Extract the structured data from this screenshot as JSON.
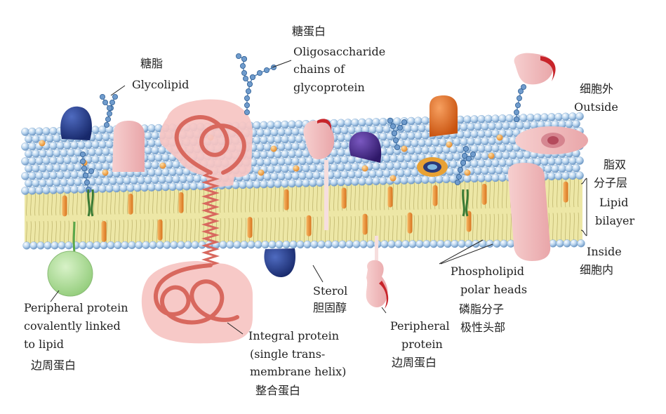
{
  "labels": {
    "glycolipid": {
      "zh": "糖脂",
      "en": "Glycolipid"
    },
    "glycoprotein": {
      "zh": "糖蛋白",
      "en1": "Oligosaccharide",
      "en2": "chains of",
      "en3": "glycoprotein"
    },
    "outside": {
      "zh": "细胞外",
      "en": "Outside"
    },
    "bilayer": {
      "zh1": "脂双",
      "zh2": "分子层",
      "en1": "Lipid",
      "en2": "bilayer"
    },
    "inside": {
      "en": "Inside",
      "zh": "细胞内"
    },
    "phospholipid": {
      "en1": "Phospholipid",
      "en2": "polar heads",
      "zh1": "磷脂分子",
      "zh2": "极性头部"
    },
    "sterol": {
      "en": "Sterol",
      "zh": "胆固醇"
    },
    "peripheral_right": {
      "en1": "Peripheral",
      "en2": "protein",
      "zh": "边周蛋白"
    },
    "integral": {
      "en1": "Integral protein",
      "en2": "(single trans-",
      "en3": "membrane helix)",
      "zh": "整合蛋白"
    },
    "peripheral_left": {
      "en1": "Peripheral protein",
      "en2": "covalently linked",
      "en3": "to lipid",
      "zh": "边周蛋白"
    }
  },
  "colors": {
    "head": "#b8d4ee",
    "tail": "#ede7a6",
    "sterol": "#e88a2e",
    "pink_protein": "#f2bfc0",
    "navy_protein": "#233a8a",
    "purple_protein": "#4a2a8e",
    "orange_protein": "#e06a1e",
    "green_protein": "#a8dc94",
    "sugar": "#4f7fb4"
  }
}
